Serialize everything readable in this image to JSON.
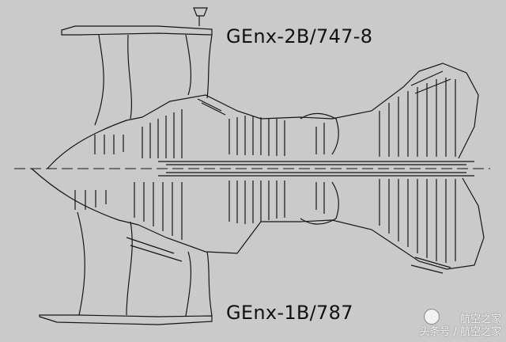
{
  "diagram": {
    "top_label": "GEnx-2B/747-8",
    "bottom_label": "GEnx-1B/787"
  },
  "watermark": {
    "line1": "航空之家",
    "line2": "头条号 / 航空之家"
  },
  "colors": {
    "background": "#cacaca",
    "ink": "#111111",
    "centerline": "#222222"
  }
}
